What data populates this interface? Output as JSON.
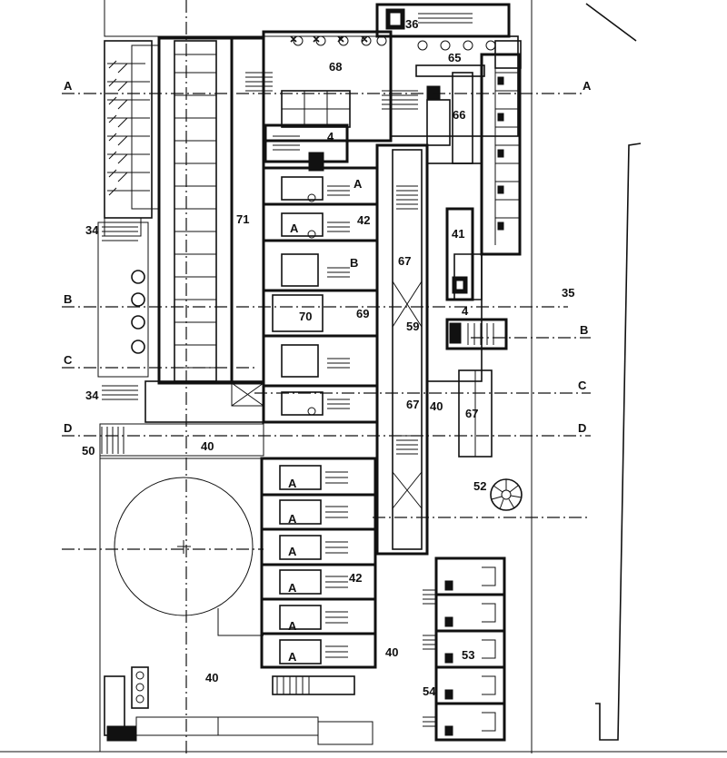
{
  "plan": {
    "section_markers": [
      "A",
      "B",
      "C",
      "D"
    ],
    "room_numbers": [
      "36",
      "68",
      "65",
      "66",
      "4",
      "71",
      "42",
      "41",
      "67",
      "35",
      "70",
      "69",
      "59",
      "40",
      "34",
      "50",
      "52",
      "53",
      "54"
    ],
    "unit_type_labels": [
      "A",
      "B"
    ]
  }
}
